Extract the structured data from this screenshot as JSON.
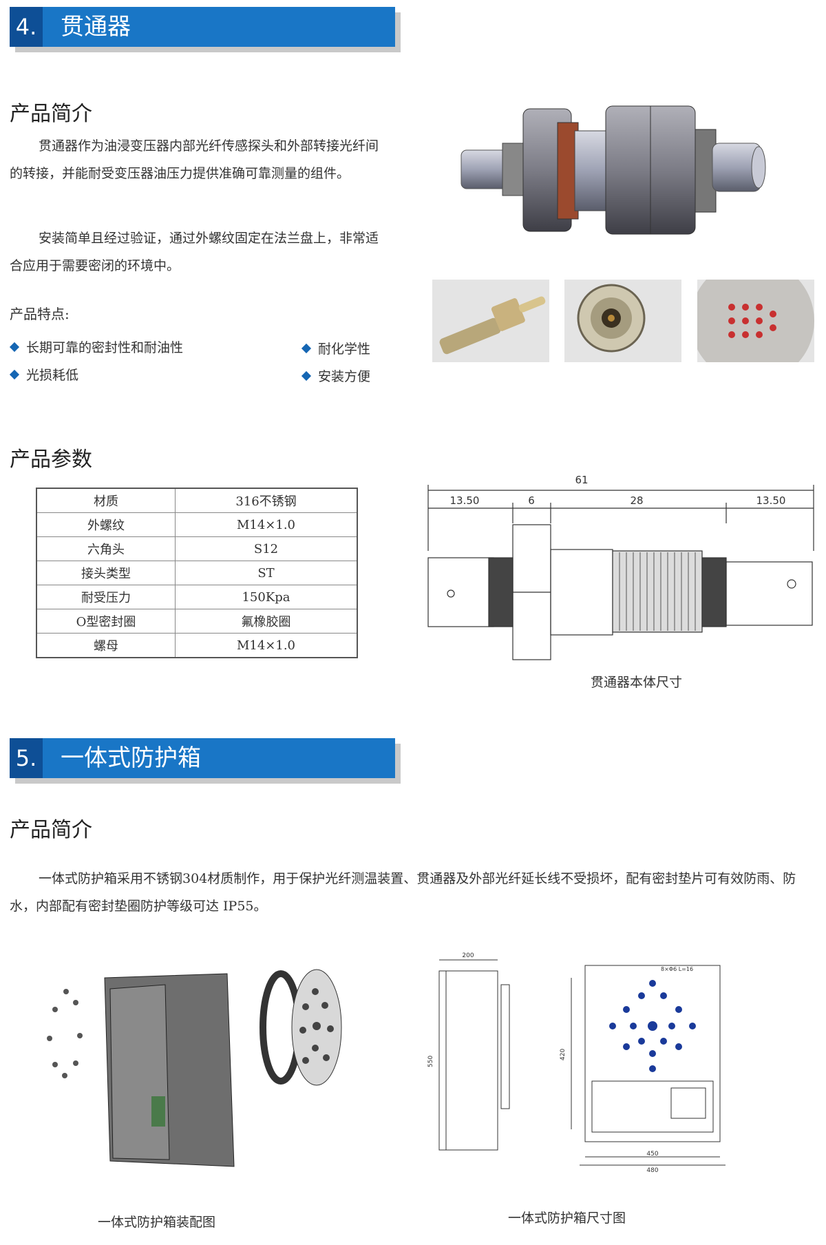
{
  "section4": {
    "number": "4.",
    "title": "贯通器",
    "intro_heading": "产品简介",
    "intro_p1": "贯通器作为油浸变压器内部光纤传感探头和外部转接光纤间的转接，并能耐受变压器油压力提供准确可靠测量的组件。",
    "intro_p2": "安装简单且经过验证，通过外螺纹固定在法兰盘上，非常适合应用于需要密闭的环境中。",
    "features_heading": "产品特点:",
    "features": [
      "长期可靠的密封性和耐油性",
      "光损耗低",
      "耐化学性",
      "安装方便"
    ],
    "params_heading": "产品参数",
    "params": [
      {
        "key": "材质",
        "value": "316不锈钢"
      },
      {
        "key": "外螺纹",
        "value": "M14×1.0"
      },
      {
        "key": "六角头",
        "value": "S12"
      },
      {
        "key": "接头类型",
        "value": "ST"
      },
      {
        "key": "耐受压力",
        "value": "150Kpa"
      },
      {
        "key": "O型密封圈",
        "value": "氟橡胶圈"
      },
      {
        "key": "螺母",
        "value": "M14×1.0"
      }
    ],
    "dimension_caption": "贯通器本体尺寸",
    "dimensions": {
      "total": "61",
      "d1": "13.50",
      "d2": "6",
      "d3": "28",
      "d4": "13.50"
    }
  },
  "section5": {
    "number": "5.",
    "title": "一体式防护箱",
    "intro_heading": "产品简介",
    "intro_p1": "一体式防护箱采用不锈钢304材质制作，用于保护光纤测温装置、贯通器及外部光纤延长线不受损坏，配有密封垫片可有效防雨、防水，内部配有密封垫圈防护等级可达 IP55。",
    "assembly_caption": "一体式防护箱装配图",
    "dimension_caption": "一体式防护箱尺寸图",
    "drawing_labels": {
      "w200": "200",
      "h550": "550",
      "h420": "420",
      "w450": "450",
      "w480": "480",
      "hole": "8×Φ6 L=16"
    }
  },
  "colors": {
    "accent": "#1976c6",
    "accent_dark": "#0e4f96",
    "bullet": "#1566b3"
  }
}
